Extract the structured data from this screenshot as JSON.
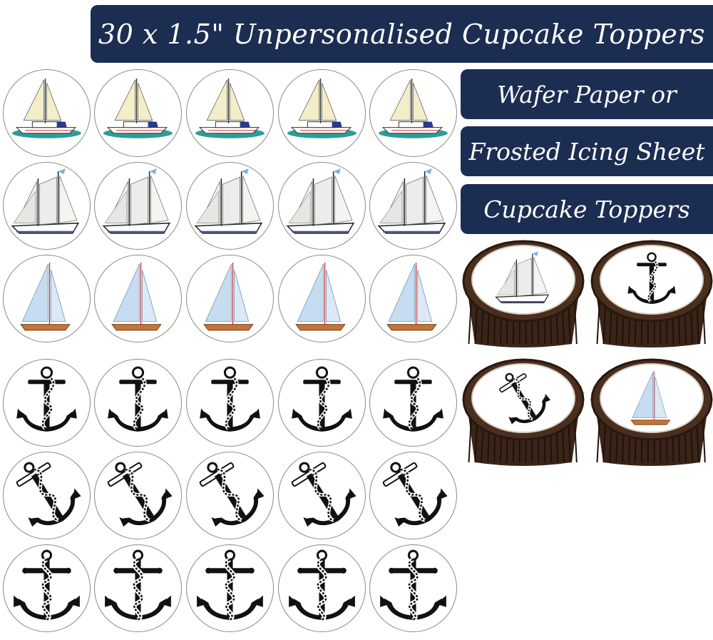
{
  "title": "30 x 1.5\" Unpersonalised Cupcake Toppers",
  "side_labels": [
    "Wafer Paper or",
    "Frosted Icing Sheet",
    "Cupcake Toppers"
  ],
  "topper_rows": [
    {
      "design": "yacht",
      "count": 5
    },
    {
      "design": "schooner",
      "count": 5
    },
    {
      "design": "dinghy",
      "count": 5
    },
    {
      "design": "anchor-rope",
      "count": 5
    },
    {
      "design": "anchor-tilted",
      "count": 5
    },
    {
      "design": "anchor-wrapped",
      "count": 5
    }
  ],
  "cupcakes": [
    {
      "design": "schooner"
    },
    {
      "design": "anchor-rope"
    },
    {
      "design": "anchor-tilted"
    },
    {
      "design": "dinghy"
    }
  ],
  "colors": {
    "banner": "#1c2d52",
    "banner_text": "#ffffff",
    "sea": "#2e9c98",
    "sail_cream": "#f4eec8",
    "sail_blue": "#c6dcf0",
    "hull_wood": "#c87436",
    "cupcake_case": "#3a2418"
  }
}
